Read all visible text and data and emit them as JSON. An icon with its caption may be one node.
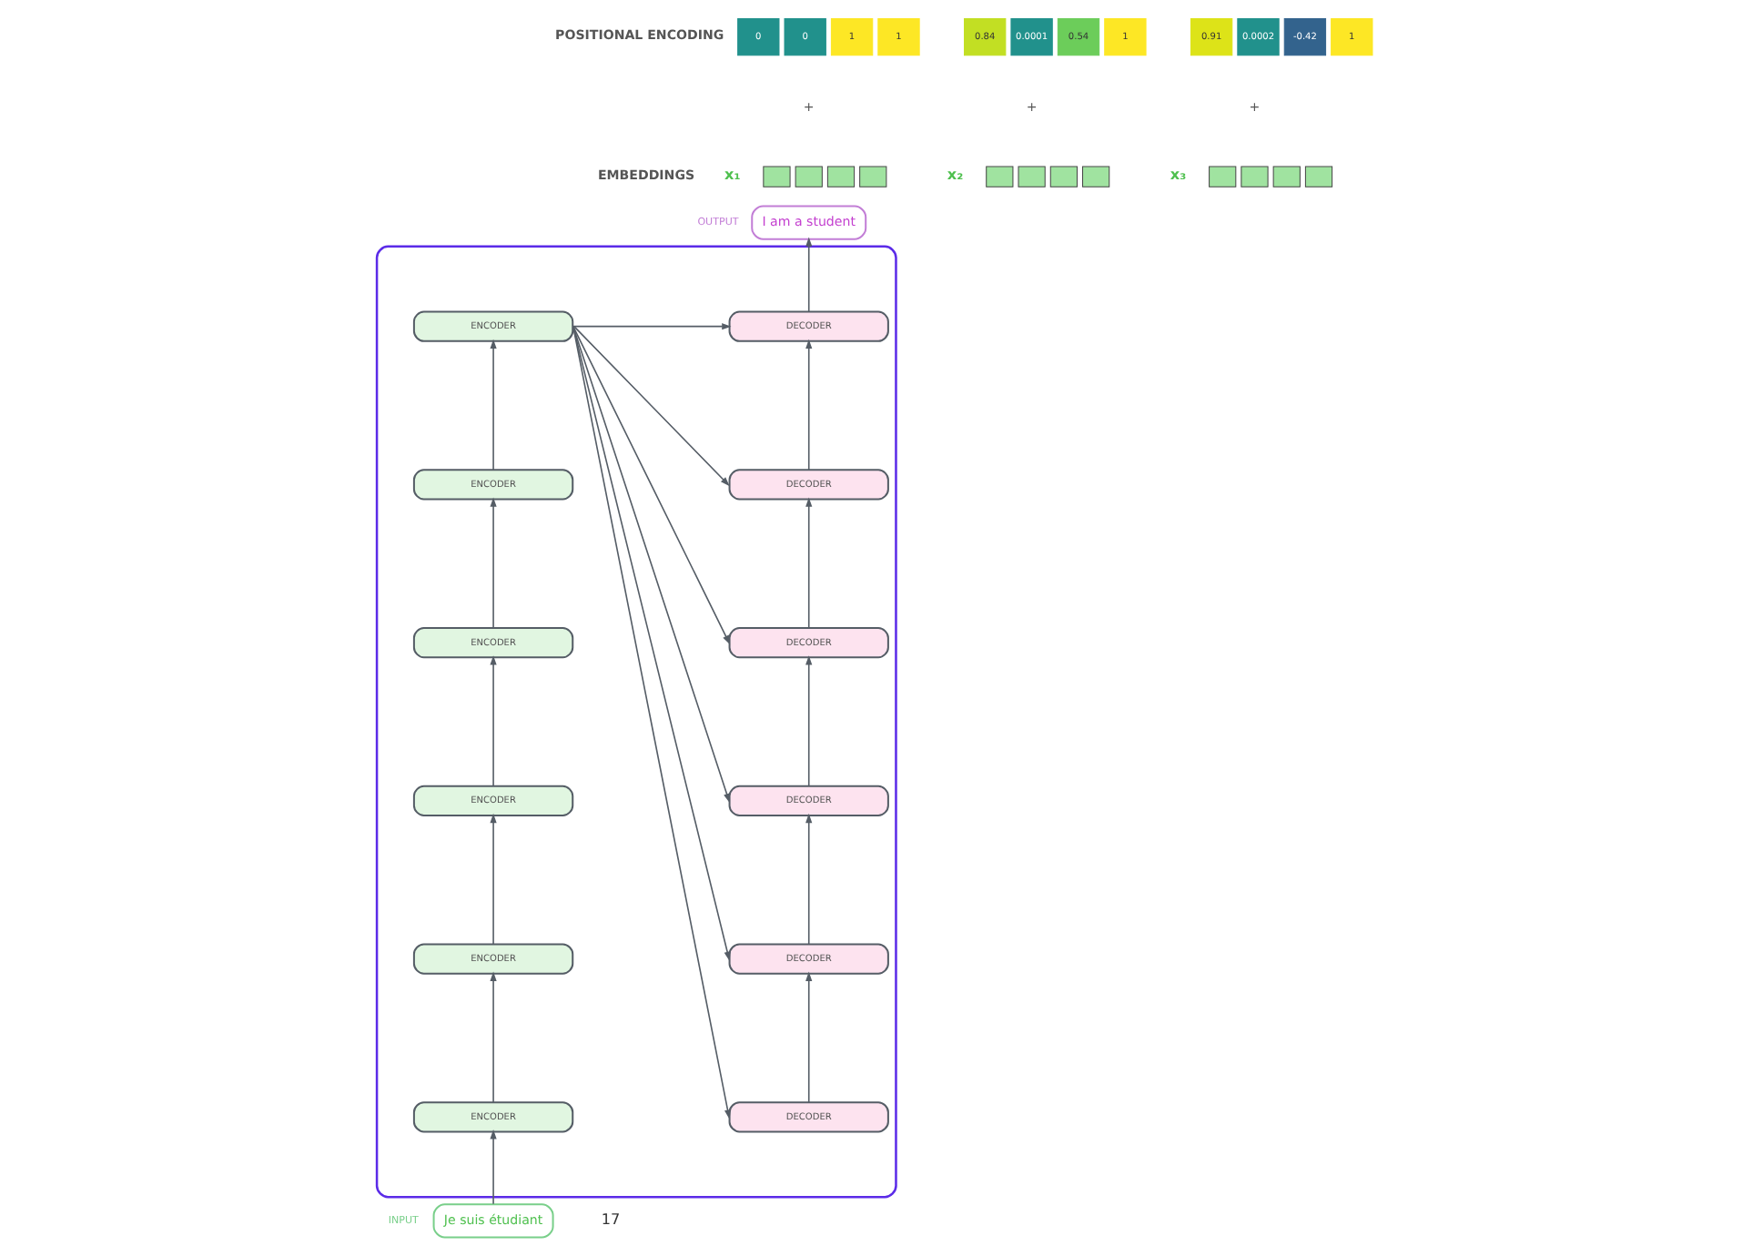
{
  "diagram": {
    "nodes": [
      {
        "text": [
          "0"
        ]
      },
      {
        "text": [
          "0"
        ]
      },
      {
        "text": [
          "1"
        ]
      },
      {
        "text": [
          "1"
        ]
      },
      {
        "text": [
          "0.84"
        ]
      },
      {
        "text": [
          "0.0001"
        ]
      },
      {
        "text": [
          "0.54"
        ]
      },
      {
        "text": [
          "1"
        ]
      },
      {
        "text": [
          "0.91"
        ]
      },
      {
        "text": [
          "0.0002"
        ]
      },
      {
        "text": [
          "-0.42"
        ]
      },
      {
        "text": [
          "1"
        ]
      },
      {
        "text": [],
        "shape": "box"
      },
      {
        "text": [],
        "shape": "box"
      },
      {
        "text": [],
        "shape": "box"
      },
      {
        "text": [],
        "shape": "box"
      },
      {
        "text": [],
        "shape": "box"
      },
      {
        "text": [],
        "shape": "box"
      },
      {
        "text": [],
        "shape": "box"
      },
      {
        "text": [],
        "shape": "box"
      },
      {
        "text": [],
        "shape": "box"
      },
      {
        "text": [],
        "shape": "box"
      },
      {
        "text": [],
        "shape": "box"
      },
      {
        "text": [],
        "shape": "box"
      },
      {
        "text": [
          "I am a student"
        ],
        "beside": [
          "OUTPUT"
        ]
      },
      {
        "text": [],
        "shape": "box"
      },
      {
        "text": [
          "ENCODER"
        ],
        "in": 25
      },
      {
        "text": [
          "ENCODER"
        ],
        "in": 25
      },
      {
        "text": [
          "ENCODER"
        ],
        "in": 25
      },
      {
        "text": [
          "ENCODER"
        ],
        "in": 25
      },
      {
        "text": [
          "ENCODER"
        ],
        "in": 25
      },
      {
        "text": [
          "ENCODER"
        ],
        "in": 25
      },
      {
        "text": [
          "DECODER"
        ],
        "in": 25
      },
      {
        "text": [
          "DECODER"
        ],
        "in": 25
      },
      {
        "text": [
          "DECODER"
        ],
        "in": 25
      },
      {
        "text": [
          "DECODER"
        ],
        "in": 25
      },
      {
        "text": [
          "DECODER"
        ],
        "in": 25
      },
      {
        "text": [
          "DECODER"
        ],
        "in": 25
      },
      {
        "text": [
          "Je suis étudiant"
        ],
        "beside": [
          "INPUT"
        ]
      }
    ],
    "edges": [
      {
        "from": 38,
        "to": 31,
        "arrow": "to"
      },
      {
        "from": 31,
        "to": 30,
        "arrow": "to"
      },
      {
        "from": 30,
        "to": 29,
        "arrow": "to"
      },
      {
        "from": 29,
        "to": 28,
        "arrow": "to"
      },
      {
        "from": 28,
        "to": 27,
        "arrow": "to"
      },
      {
        "from": 27,
        "to": 26,
        "arrow": "to"
      },
      {
        "from": 26,
        "to": 32,
        "arrow": "to"
      },
      {
        "from": 26,
        "to": 33,
        "arrow": "to"
      },
      {
        "from": 26,
        "to": 34,
        "arrow": "to"
      },
      {
        "from": 26,
        "to": 35,
        "arrow": "to"
      },
      {
        "from": 26,
        "to": 36,
        "arrow": "to"
      },
      {
        "from": 26,
        "to": 37,
        "arrow": "to"
      },
      {
        "from": 37,
        "to": 36,
        "arrow": "to"
      },
      {
        "from": 36,
        "to": 35,
        "arrow": "to"
      },
      {
        "from": 35,
        "to": 34,
        "arrow": "to"
      },
      {
        "from": 34,
        "to": 33,
        "arrow": "to"
      },
      {
        "from": 33,
        "to": 32,
        "arrow": "to"
      },
      {
        "from": 32,
        "to": 24,
        "arrow": "to"
      }
    ],
    "labels": [
      "POSITIONAL ENCODING",
      "+",
      "+",
      "+",
      "EMBEDDINGS",
      "x₁",
      "x₂",
      "x₃",
      "17"
    ]
  }
}
